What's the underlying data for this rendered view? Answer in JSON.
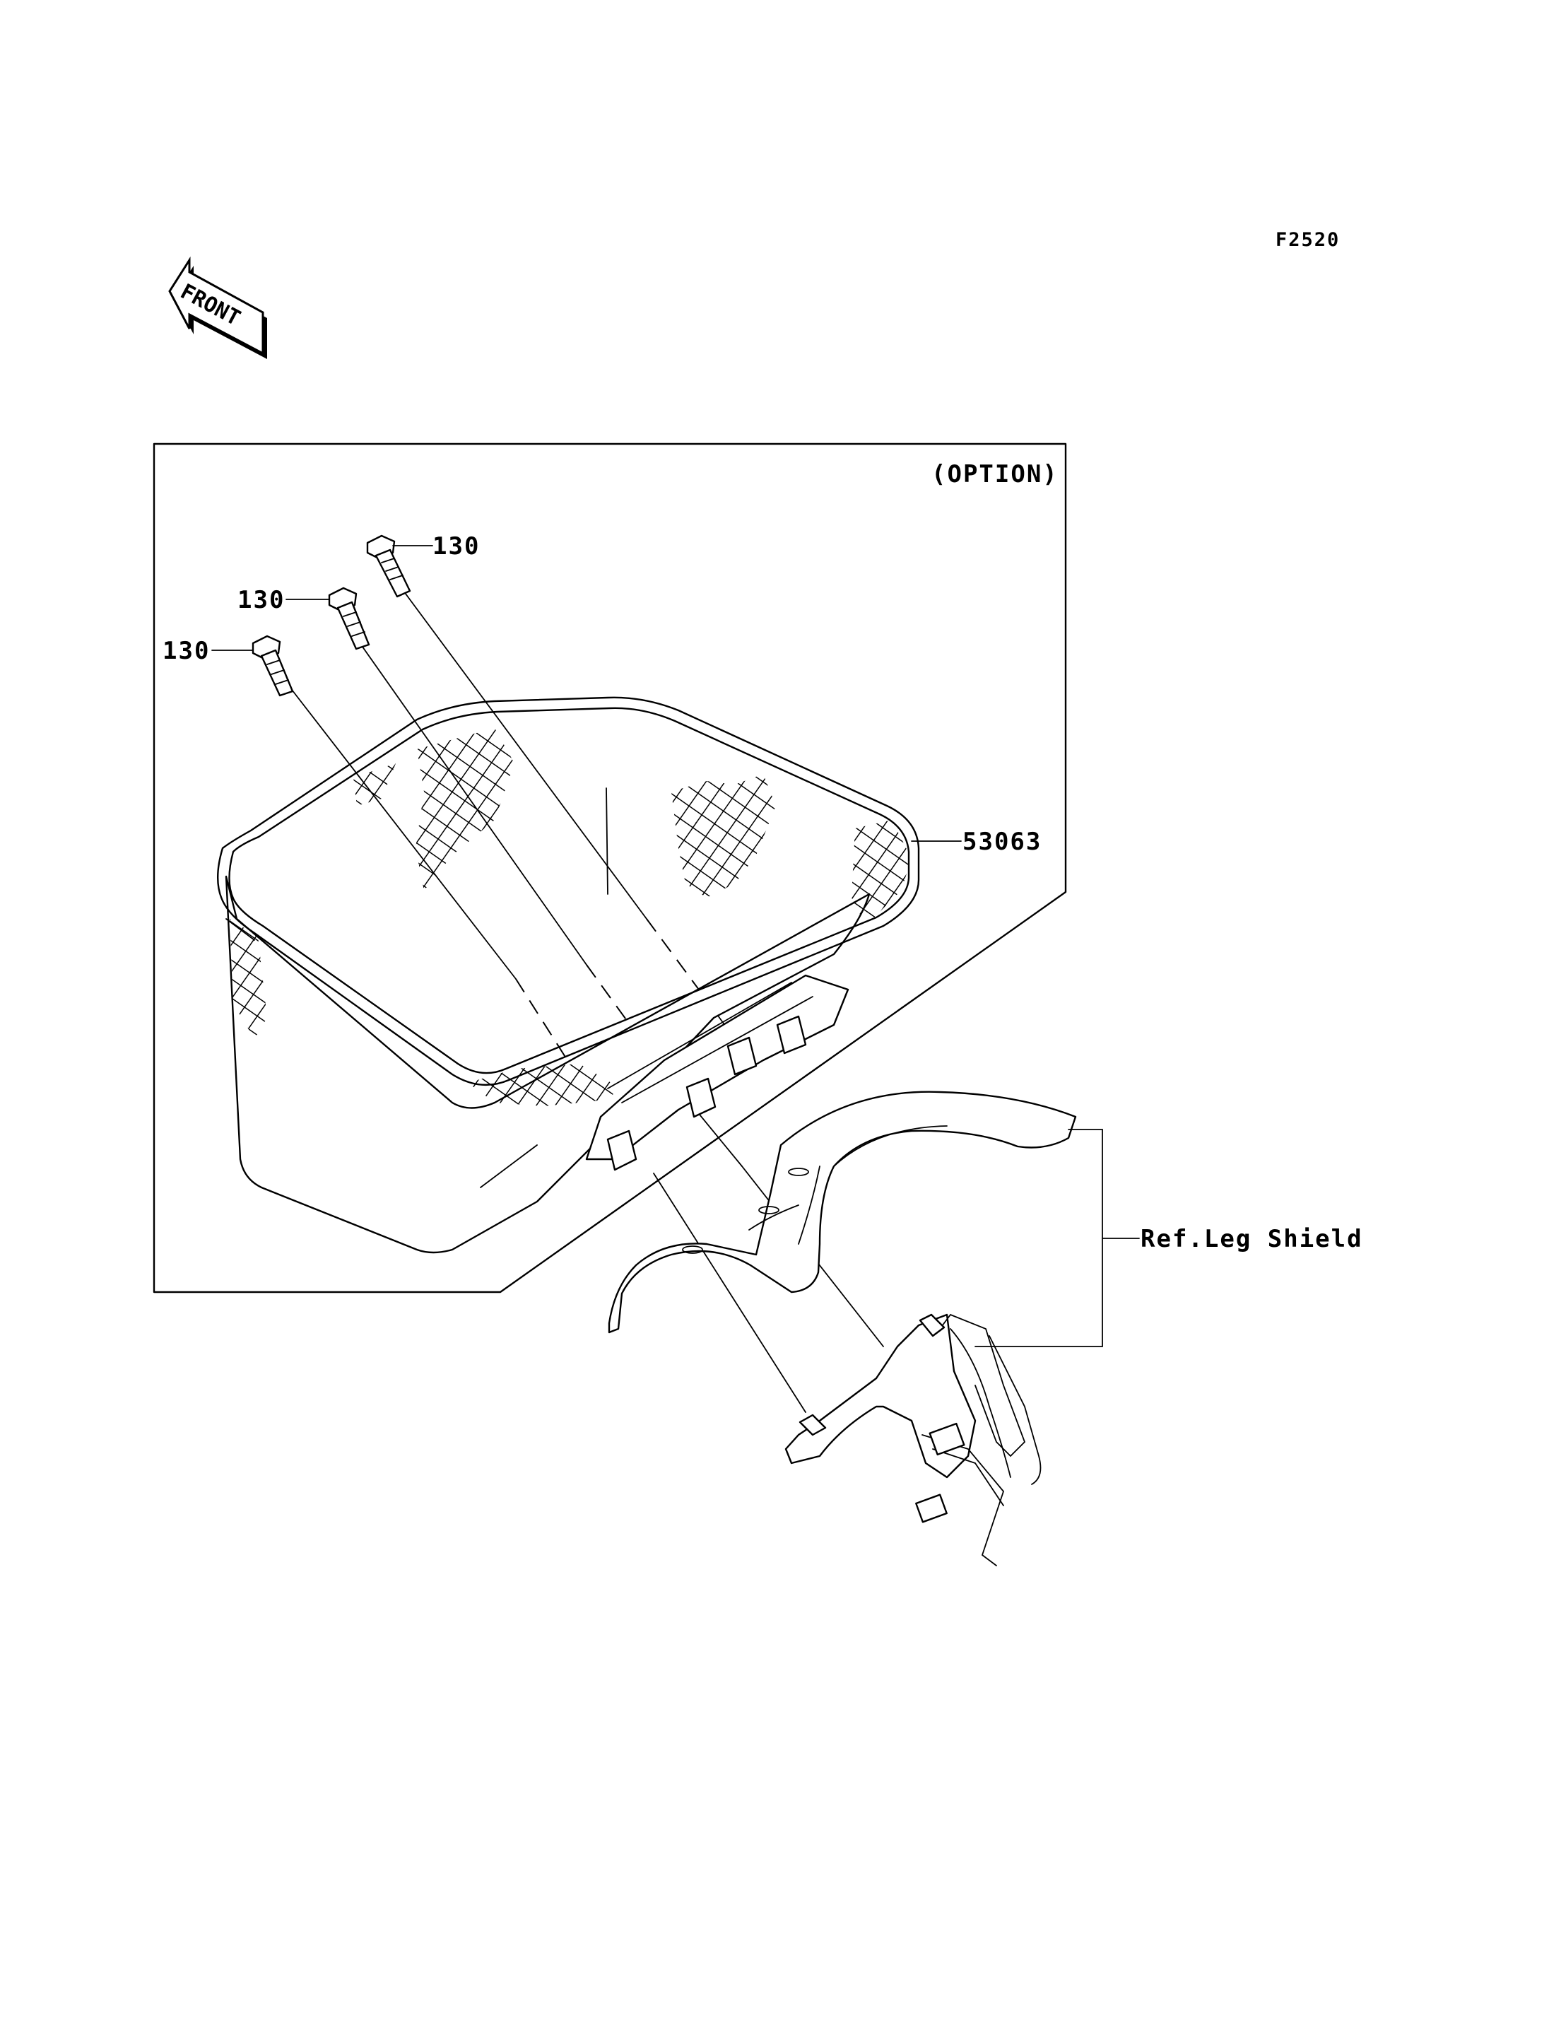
{
  "diagram": {
    "figure_code": "F2520",
    "front_marker": "FRONT",
    "option_label": "(OPTION)",
    "callouts": [
      {
        "id": "bolt-top",
        "text": "130"
      },
      {
        "id": "bolt-middle",
        "text": "130"
      },
      {
        "id": "bolt-lower",
        "text": "130"
      },
      {
        "id": "basket",
        "text": "53063"
      },
      {
        "id": "leg-shield",
        "text": "Ref.Leg Shield"
      }
    ]
  }
}
